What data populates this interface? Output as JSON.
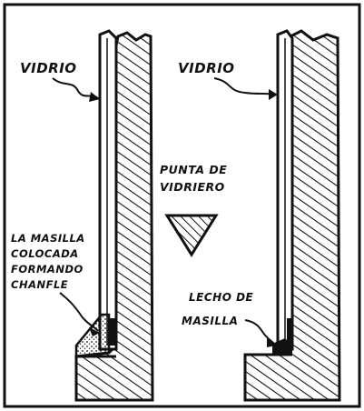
{
  "labels": {
    "left_glass": "VIDRIO",
    "right_glass": "VIDRIO",
    "point_line1": "PUNTA DE",
    "point_line2": "VIDRIERO",
    "putty_line1": "LA MASILLA",
    "putty_line2": "COLOCADA",
    "putty_line3": "FORMANDO",
    "putty_line4": "CHANFLE",
    "bed_line1": "LECHO DE",
    "bed_line2": "MASILLA"
  },
  "colors": {
    "ink": "#111111",
    "paper": "#ffffff"
  }
}
